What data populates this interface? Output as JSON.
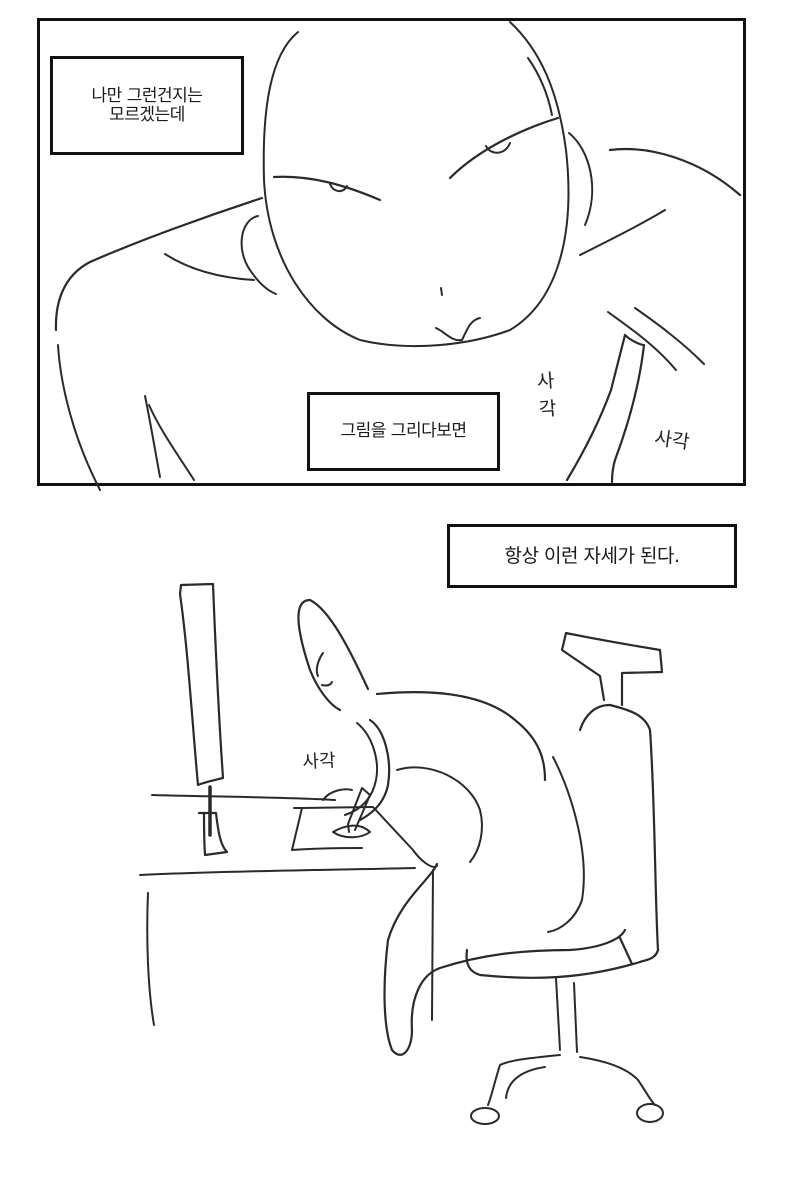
{
  "comic": {
    "panels": [
      {
        "id": "panel-1",
        "description": "close-up of bald figure hunched forward, looking down",
        "captions": [
          {
            "lines": [
              "나만 그런건지는",
              "모르겠는데"
            ]
          },
          {
            "lines": [
              "그림을 그리다보면"
            ]
          }
        ],
        "sound_effects": [
          "사\n각",
          "사각"
        ]
      },
      {
        "id": "panel-2",
        "description": "figure hunched over drawing tablet at desk in office chair, leaning toward monitor",
        "captions": [
          {
            "lines": [
              "항상 이런 자세가 된다."
            ]
          }
        ],
        "sound_effects": [
          "사각"
        ]
      }
    ]
  },
  "colors": {
    "ink": "#2a2a2a",
    "frame": "#111111",
    "background": "#ffffff"
  }
}
